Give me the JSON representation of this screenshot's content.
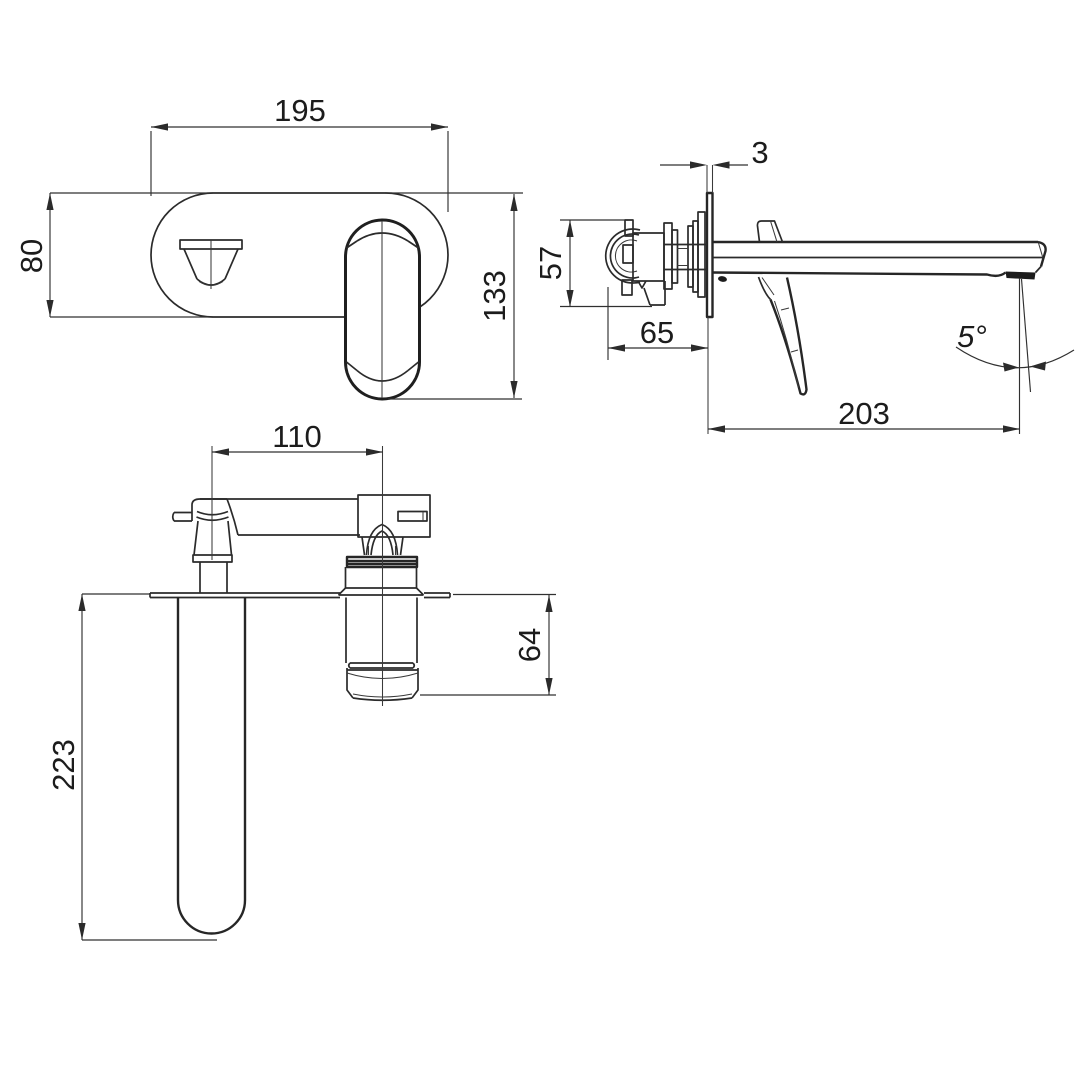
{
  "drawing": {
    "description": "Wall-mounted basin mixer tap technical dimension drawing, three orthographic views",
    "units": "mm",
    "dims": {
      "plate_width": "195",
      "plate_height": "80",
      "handle_height": "133",
      "wall_plate_thickness": "3",
      "body_height": "57",
      "body_depth": "65",
      "spout_angle": "5°",
      "spout_reach": "203",
      "hole_spacing": "110",
      "valve_protrusion": "64",
      "spout_tube_length": "223"
    }
  }
}
